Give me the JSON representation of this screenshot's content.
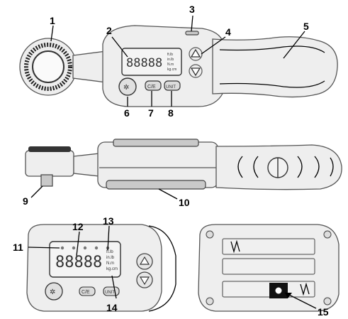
{
  "callouts": [
    "1",
    "2",
    "3",
    "4",
    "5",
    "6",
    "7",
    "8",
    "9",
    "10",
    "11",
    "12",
    "13",
    "14",
    "15"
  ],
  "lcd": {
    "digits": "88888",
    "units": [
      "ft.lb",
      "in.lb",
      "N.m",
      "kg.cm"
    ]
  },
  "buttons": {
    "left_label": "C/E",
    "right_label": "UNIT"
  }
}
